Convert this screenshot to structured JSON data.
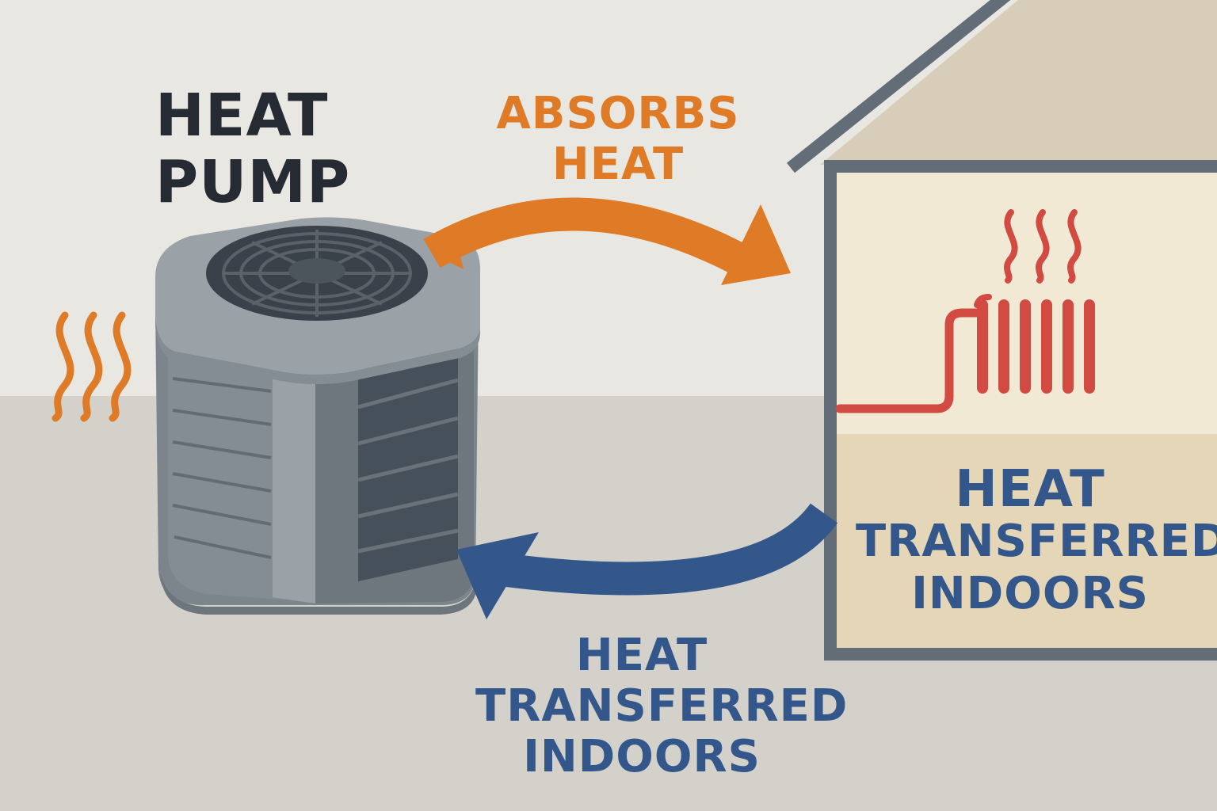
{
  "title": {
    "line1": "HEAT",
    "line2": "PUMP"
  },
  "absorbs_label": {
    "line1": "ABSORBS",
    "line2": "HEAT"
  },
  "house_label": {
    "line1": "HEAT",
    "line2": "TRANSFERRED",
    "line3": "INDOORS"
  },
  "bottom_label": {
    "line1": "HEAT",
    "line2": "TRANSFERRED",
    "line3": "INDOORS"
  },
  "colors": {
    "heat_orange": "#df7a26",
    "transfer_blue": "#33578a",
    "radiator_red": "#d24b43",
    "unit_gray": "#7d858c",
    "house_outline": "#626d78",
    "text_dark": "#262b33"
  },
  "icons": [
    "outdoor-heat-waves-icon",
    "fan-grille-icon",
    "radiator-icon",
    "radiator-heat-waves-icon"
  ]
}
